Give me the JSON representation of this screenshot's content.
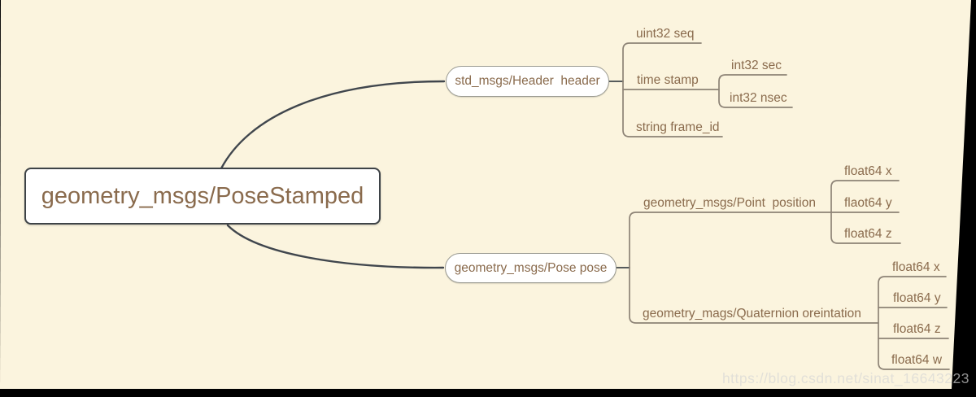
{
  "root_label": "geometry_msgs/PoseStamped",
  "header": {
    "label": "std_msgs/Header  header",
    "seq": "uint32 seq",
    "stamp": "time stamp",
    "sec": "int32 sec",
    "nsec": "int32 nsec",
    "frame_id": "string frame_id"
  },
  "pose": {
    "label": "geometry_msgs/Pose pose",
    "position": {
      "label": "geometry_msgs/Point  position",
      "x": "float64 x",
      "y": "flaot64 y",
      "z": "float64 z"
    },
    "orientation": {
      "label": "geometry_mags/Quaternion oreintation",
      "x": "float64 x",
      "y": "float64 y",
      "z": "float64 z",
      "w": "float64 w"
    }
  },
  "watermark": "https://blog.csdn.net/sinat_16643223",
  "colors": {
    "canvas_background": "#FBF4DE",
    "frame": "#000000",
    "node_fill": "#FFFFFF",
    "root_border": "#3E4347",
    "pill_border": "#9B9B92",
    "text": "#8A6B4D",
    "branch_line": "#8D8376",
    "curve_line": "#40464D",
    "watermark_text": "#D6D6D6"
  }
}
